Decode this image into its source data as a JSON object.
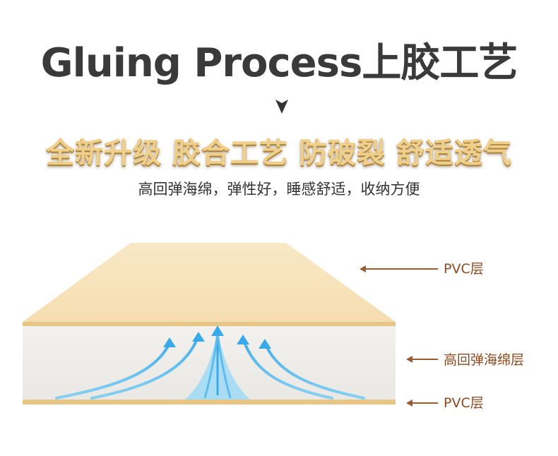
{
  "header": {
    "title": "Gluing Process上胶工艺",
    "subtitle": "全新升级 胶合工艺 防破裂 舒适透气",
    "description": "高回弹海绵，弹性好，睡感舒适，收纳方便"
  },
  "layers": [
    {
      "label": "PVC层"
    },
    {
      "label": "高回弹海绵层"
    },
    {
      "label": "PVC层"
    }
  ],
  "colors": {
    "title": "#3a3a3a",
    "subtitle_gold": "#efcf8c",
    "label_brown": "#8b4a22",
    "pvc_top": "#f7e3bd",
    "pvc_stripe": "#e7c788",
    "foam": "#efeeeb",
    "airflow": "#4fb8ee"
  },
  "icons": {
    "chevron": "chevron-down-icon",
    "airflow": "airflow-arrows-icon",
    "pointer": "left-arrow-icon"
  }
}
